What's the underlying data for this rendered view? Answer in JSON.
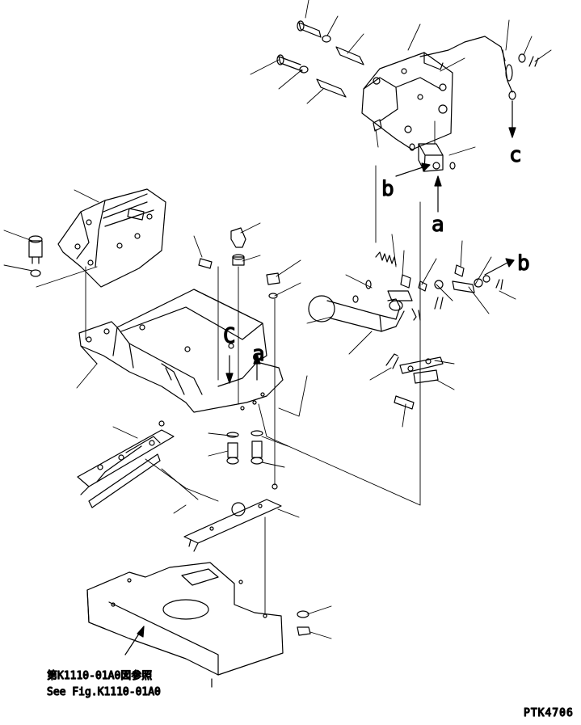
{
  "labels": {
    "c_top": "c",
    "b_mid": "b",
    "a_mid": "a",
    "b_right": "b",
    "c_center": "C",
    "a_center": "a"
  },
  "reference": {
    "jp": "第K1110-01A0図参照",
    "en": "See Fig.K1110-01A0"
  },
  "drawing_id": "PTK4706"
}
